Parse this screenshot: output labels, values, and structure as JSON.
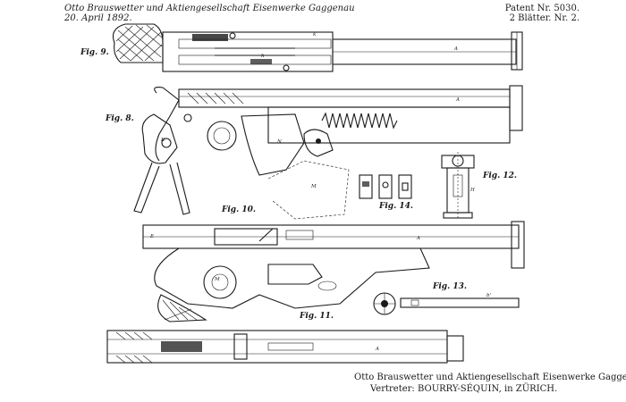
{
  "header": {
    "line1": "Otto Brauswetter und Aktiengesellschaft Eisenwerke Gaggenau",
    "line2": "20. April 1892.",
    "patent_no": "Patent Nr. 5030.",
    "sheet": "2 Blätter. Nr. 2."
  },
  "figures": {
    "fig9": "Fig. 9.",
    "fig8": "Fig. 8.",
    "fig10": "Fig. 10.",
    "fig14": "Fig. 14.",
    "fig12": "Fig. 12.",
    "fig13": "Fig. 13.",
    "fig11": "Fig. 11."
  },
  "footer": {
    "line1": "Otto Brauswetter und Aktiengesellschaft Eisenwerke Gaggenau",
    "line2": "Vertreter: BOURRY-SÉQUIN, in ZÜRICH."
  }
}
